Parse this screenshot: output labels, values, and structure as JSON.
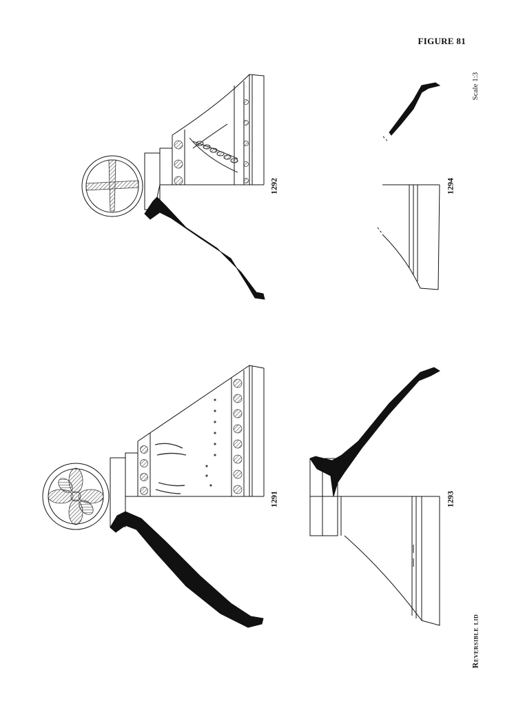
{
  "figure_title": "FIGURE 81",
  "scale": "Scale 1:3",
  "section_title": "Reversible lid",
  "objects": [
    {
      "number": "1291"
    },
    {
      "number": "1292"
    },
    {
      "number": "1293"
    },
    {
      "number": "1294"
    }
  ],
  "colors": {
    "ink": "#111111",
    "paper": "#ffffff",
    "hatch": "#555555"
  }
}
